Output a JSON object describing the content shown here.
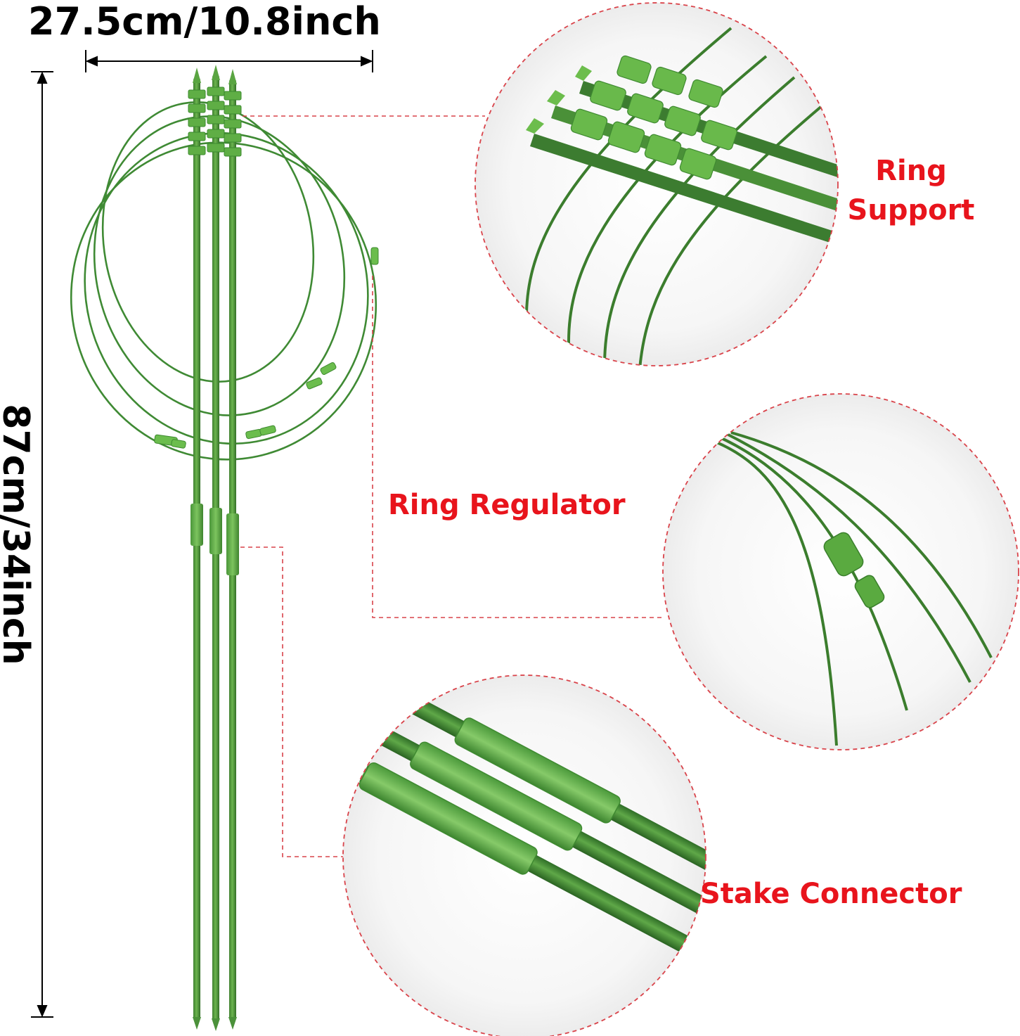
{
  "dimensions": {
    "width_label": "27.5cm/10.8inch",
    "height_label": "87cm/34inch"
  },
  "callouts": {
    "ring_support_line1": "Ring",
    "ring_support_line2": "Support",
    "ring_regulator": "Ring Regulator",
    "stake_connector": "Stake Connector"
  },
  "colors": {
    "callout_text": "#e8141c",
    "dashed_line": "#d9434a",
    "stake_green": "#4f9a3c",
    "ring_green": "#3f8a34",
    "dimension_text": "#000000"
  }
}
